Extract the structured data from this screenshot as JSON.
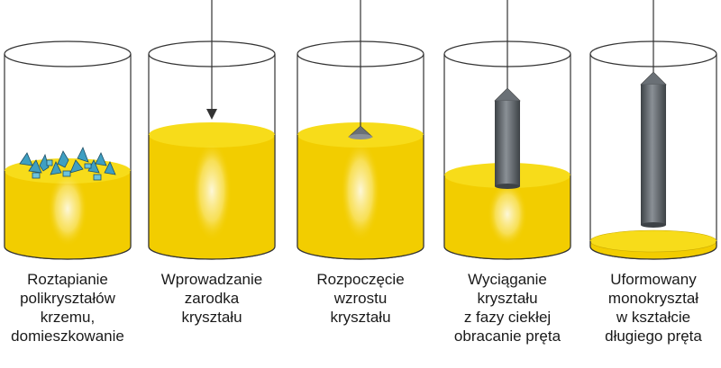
{
  "steps": [
    {
      "label": "Roztapianie\npolikryształów\nkrzemu,\ndomieszkowanie"
    },
    {
      "label": "Wprowadzanie\nzarodka\nkryształu"
    },
    {
      "label": "Rozpoczęcie\nwzrostu\nkryształu"
    },
    {
      "label": "Wyciąganie\nkryształu\nz fazy ciekłej\nobracanie pręta"
    },
    {
      "label": "Uformowany\nmonokryształ\nw kształcie\ndługiego pręta"
    }
  ],
  "colors": {
    "melt": "#f2cd00",
    "melt_top": "#f7dc1a",
    "crystal_rod": "#5b6066",
    "polycrystal": "#3f9fc2",
    "outline": "#333333"
  }
}
